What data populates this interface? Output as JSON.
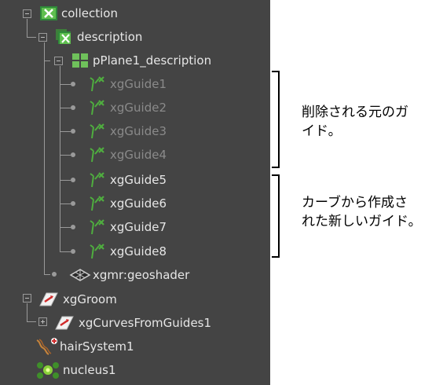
{
  "outliner": {
    "rows": [
      {
        "label": "collection",
        "icon": "xgen-collection-icon"
      },
      {
        "label": "description",
        "icon": "xgen-description-icon"
      },
      {
        "label": "pPlane1_description",
        "icon": "mesh-grid-icon"
      },
      {
        "label": "xgGuide1",
        "icon": "xgen-guide-icon"
      },
      {
        "label": "xgGuide2",
        "icon": "xgen-guide-icon"
      },
      {
        "label": "xgGuide3",
        "icon": "xgen-guide-icon"
      },
      {
        "label": "xgGuide4",
        "icon": "xgen-guide-icon"
      },
      {
        "label": "xgGuide5",
        "icon": "xgen-guide-icon"
      },
      {
        "label": "xgGuide6",
        "icon": "xgen-guide-icon"
      },
      {
        "label": "xgGuide7",
        "icon": "xgen-guide-icon"
      },
      {
        "label": "xgGuide8",
        "icon": "xgen-guide-icon"
      },
      {
        "label": "xgmr:geoshader",
        "icon": "geoshader-icon"
      },
      {
        "label": "xgGroom",
        "icon": "groom-icon"
      },
      {
        "label": "xgCurvesFromGuides1",
        "icon": "curves-from-guides-icon"
      },
      {
        "label": "hairSystem1",
        "icon": "hair-system-icon"
      },
      {
        "label": "nucleus1",
        "icon": "nucleus-icon"
      }
    ]
  },
  "annotations": {
    "removed_guides": {
      "line1": "削除される元のガ",
      "line2": "イド。"
    },
    "new_guides": {
      "line1": "カーブから作成さ",
      "line2": "れた新しいガイド。"
    }
  }
}
